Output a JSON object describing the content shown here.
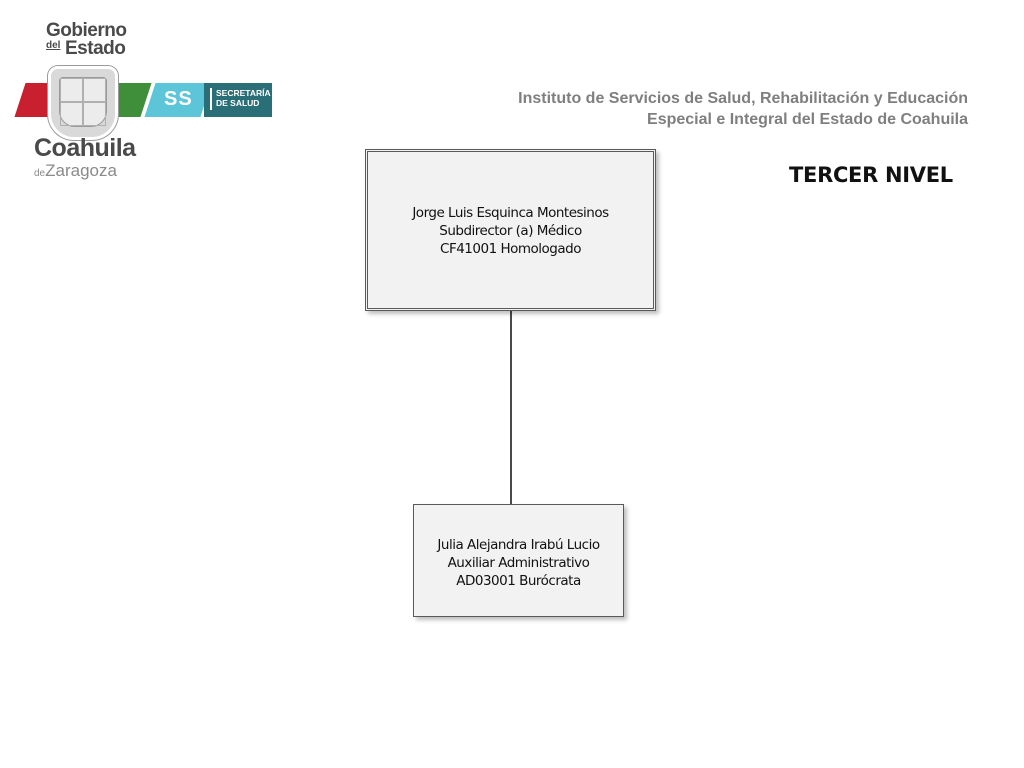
{
  "logo": {
    "gobierno_line1": "Gobierno",
    "gobierno_del": "del",
    "gobierno_estado": "Estado",
    "ss": "SS",
    "secretaria_line1": "SECRETARÍA",
    "secretaria_line2": "DE SALUD",
    "coahuila": "Coahuila",
    "de": "de",
    "zaragoza": "Zaragoza"
  },
  "header": {
    "institute_line1": "Instituto de Servicios de Salud, Rehabilitación y Educación",
    "institute_line2": "Especial e Integral del Estado de Coahuila",
    "level": "TERCER NIVEL"
  },
  "org_chart": {
    "top_node": {
      "name": "Jorge Luis Esquinca Montesinos",
      "position": "Subdirector (a) Médico",
      "code": "CF41001 Homologado"
    },
    "child_node": {
      "name": "Julia Alejandra Irabú Lucio",
      "position": "Auxiliar Administrativo",
      "code": "AD03001 Burócrata"
    }
  },
  "colors": {
    "flag_red": "#c8202f",
    "flag_green": "#3f8f3a",
    "ss_cyan": "#5cc6d8",
    "sec_teal": "#2a6f78",
    "header_gray": "#7f7f7f",
    "node_fill": "#f2f2f2"
  }
}
